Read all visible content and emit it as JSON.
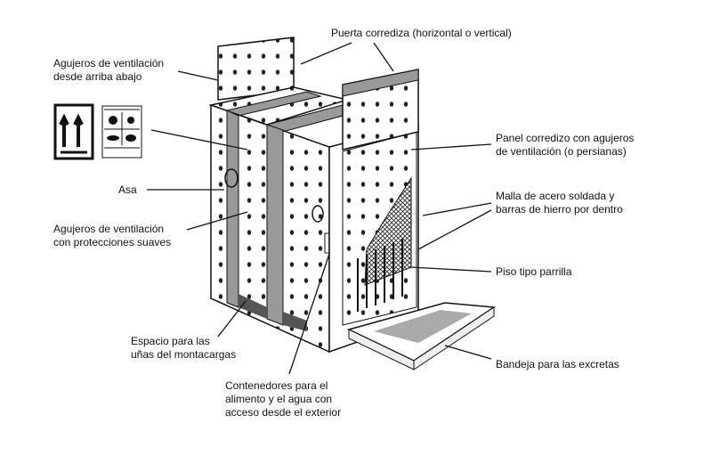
{
  "labels": {
    "sliding_door": "Puerta corrediza (horizontal o vertical)",
    "top_vents": "Agujeros de ventilación\ndesde arriba abajo",
    "handle": "Asa",
    "soft_vents": "Agujeros de ventilación\ncon protecciones suaves",
    "forklift_space": "Espacio para las\nuñas del montacargas",
    "containers": "Contenedores para el\nalimento y el agua con\nacceso desde el exterior",
    "sliding_panel": "Panel corredizo con agujeros\nde ventilación (o persianas)",
    "mesh": "Malla de acero soldada y\nbarras de hierro por dentro",
    "grid_floor": "Piso tipo parrilla",
    "tray": "Bandeja para las excretas"
  },
  "icons": [
    "this-way-up-label-icon",
    "live-animals-label-icon"
  ]
}
